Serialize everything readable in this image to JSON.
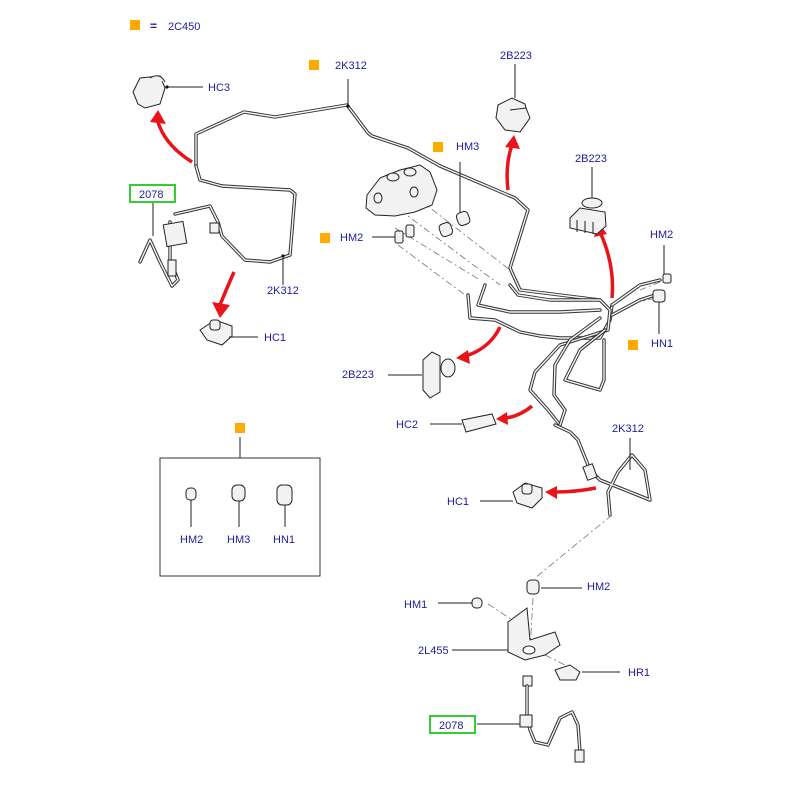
{
  "legend": {
    "marker_color": "#FFAA00",
    "equals": "=",
    "part_number": "2C450"
  },
  "colors": {
    "label_text": "#1C1CA0",
    "arrow": "#E8141A",
    "highlight_box": "#33CC33",
    "marker": "#FFAA00"
  },
  "labels": {
    "hc3": "HC3",
    "k312_top": "2K312",
    "b223_top": "2B223",
    "hm3_top": "HM3",
    "b223_right": "2B223",
    "hm2_top": "HM2",
    "hm2_right": "HM2",
    "hn1_right": "HN1",
    "hose_top": "2078",
    "k312_left": "2K312",
    "hc1_left": "HC1",
    "b223_mid": "2B223",
    "hc2": "HC2",
    "k312_right": "2K312",
    "hc1_right": "HC1",
    "hm2_bottom": "HM2",
    "hm1_bottom": "HM1",
    "l455": "2L455",
    "hr1": "HR1",
    "hose_bottom": "2078"
  },
  "kit_box": {
    "items": [
      {
        "label": "HM2"
      },
      {
        "label": "HM3"
      },
      {
        "label": "HN1"
      }
    ]
  }
}
